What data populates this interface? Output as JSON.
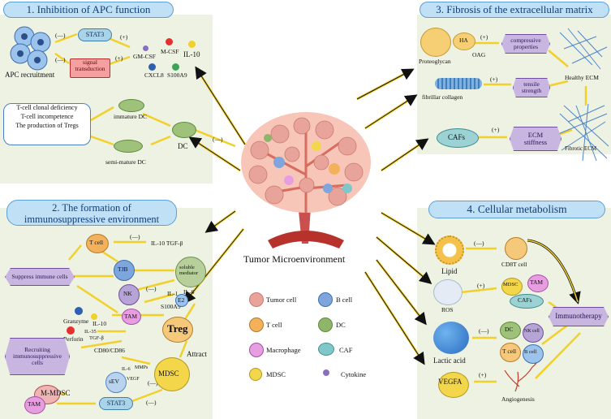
{
  "panel1": {
    "title": "1. Inhibition of APC function",
    "apc_recruitment": "APC recruitment",
    "stat3": "STAT3",
    "signal": "signal\ntransduction",
    "gmcsf": "GM-CSF",
    "mcsf": "M-CSF",
    "il10": "IL-10",
    "cxcl8": "CXCL8",
    "s100a9": "S100A9",
    "minus1": "(—)",
    "plus1": "(+)",
    "minus2": "(—)",
    "plus2": "(+)",
    "deficiency": [
      "T-cell clonal deficiency",
      "T-cell incompetence",
      "The production of Tregs"
    ],
    "immature_dc": "immature DC",
    "semi_mature_dc": "semi-mature DC",
    "dc": "DC",
    "minus_dc": "(—)"
  },
  "panel2": {
    "title": "2. The formation of\nimmunosuppressive environment",
    "tcell": "T cell",
    "tjb": "TJB",
    "soluble_mediator": "soluble\nmediator",
    "suppress": "Suppress immune cells",
    "il10_tgfb_a": "IL-10 TGF-β",
    "il1": "IL-1",
    "il6": "IL-6",
    "s100a9": "S100A9",
    "e2": "E2",
    "nk": "NK",
    "tam": "TAM",
    "granzyme": "Granzyme",
    "perforin": "Perforin",
    "il10": "IL-10",
    "il35": "IL-35",
    "tgfb": "TGF-β",
    "treg": "Treg",
    "recruiting": "Recruiting\nimmunosuppressive\ncells",
    "cd80": "CD80/CD86",
    "attract": "Attract",
    "sev": "sEV",
    "il6b": "IL-6",
    "mmps": "MMPs",
    "vegf": "VEGF",
    "mdsc": "MDSC",
    "mmdsc": "M-MDSC",
    "tam2": "TAM",
    "stat3": "STAT3",
    "m1": "(—)",
    "m2": "(—)",
    "m3": "(—)",
    "m4": "(—)"
  },
  "panel3": {
    "title": "3. Fibrosis of the extracellular matrix",
    "proteoglycan": "Proteoglycan",
    "ha": "HA",
    "oag": "OAG",
    "compressive": "compressive\nproperties",
    "healthy_ecm": "Healthy ECM",
    "fibrillar": "fibrillar collagen",
    "tensile": "tensile\nstrength",
    "cafs": "CAFs",
    "ecm_stiff": "ECM\nstiffness",
    "fibrotic_ecm": "Fibrotic ECM",
    "p1": "(+)",
    "p2": "(+)",
    "p3": "(+)"
  },
  "panel4": {
    "title": "4. Cellular metabolism",
    "lipid": "Lipid",
    "cd8": "CD8T cell",
    "ros": "ROS",
    "mdsc": "MDSC",
    "tam": "TAM",
    "cafs": "CAFs",
    "immunotherapy": "Immunotherapy",
    "lactic": "Lactic acid",
    "dc": "DC",
    "nk": "NK cell",
    "tcell": "T cell",
    "bcell": "B cell",
    "vegfa": "VEGFA",
    "angio": "Angiogenesis",
    "m1": "(—)",
    "p1": "(+)",
    "m2": "(—)",
    "p2": "(+)"
  },
  "center": {
    "label": "Tumor Microenvironment"
  },
  "legend": [
    {
      "key": "tumor",
      "label": "Tumor cell",
      "color": "#e8a49a"
    },
    {
      "key": "bcell",
      "label": "B cell",
      "color": "#7fa6dc"
    },
    {
      "key": "tcell",
      "label": "T cell",
      "color": "#f2b15a"
    },
    {
      "key": "dc",
      "label": "DC",
      "color": "#8fb56a"
    },
    {
      "key": "macrophage",
      "label": "Macrophage",
      "color": "#e79ee0"
    },
    {
      "key": "caf",
      "label": "CAF",
      "color": "#7fc7c9"
    },
    {
      "key": "mdsc",
      "label": "MDSC",
      "color": "#f4d64a"
    },
    {
      "key": "cytokine",
      "label": "Cytokine",
      "color": "#8a6fc0"
    }
  ]
}
